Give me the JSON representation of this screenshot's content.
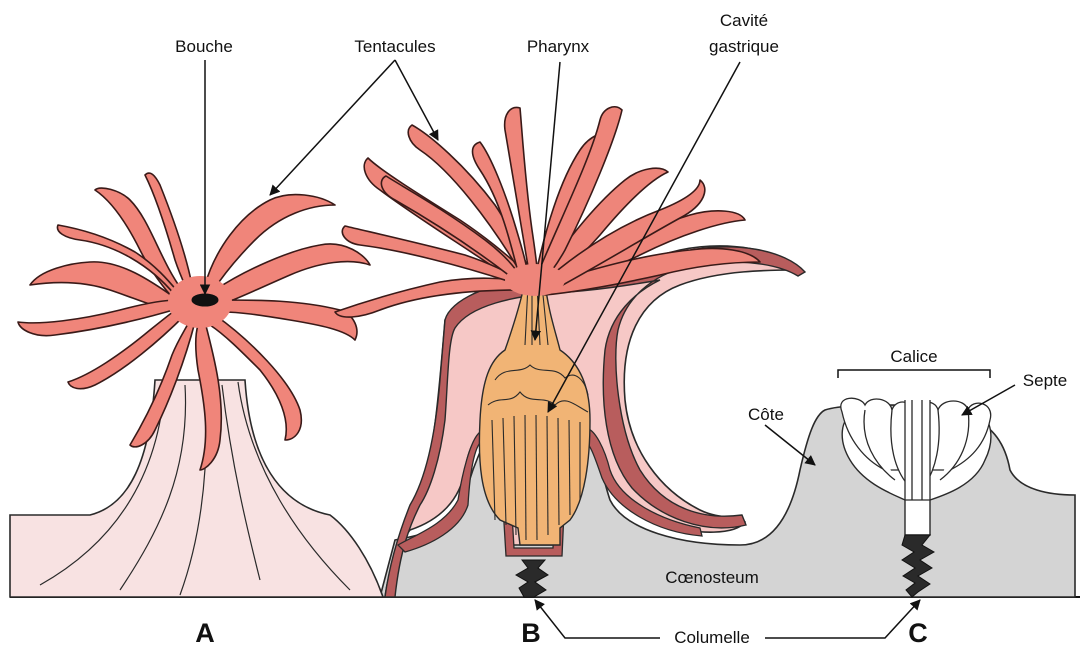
{
  "labels": {
    "bouche": "Bouche",
    "tentacules": "Tentacules",
    "pharynx": "Pharynx",
    "cavite_1": "Cavité",
    "cavite_2": "gastrique",
    "calice": "Calice",
    "septe": "Septe",
    "cote": "Côte",
    "coenosteum": "Cœnosteum",
    "columelle": "Columelle"
  },
  "panels": {
    "a": "A",
    "b": "B",
    "c": "C"
  },
  "colors": {
    "tentacle": "#f0857a",
    "body_a": "#f8e2e2",
    "body_b": "#f6c8c6",
    "tissue_wall": "#b85d5d",
    "skeleton": "#d4d4d4",
    "pharynx": "#f1b475",
    "columella": "#2a2a2a"
  }
}
